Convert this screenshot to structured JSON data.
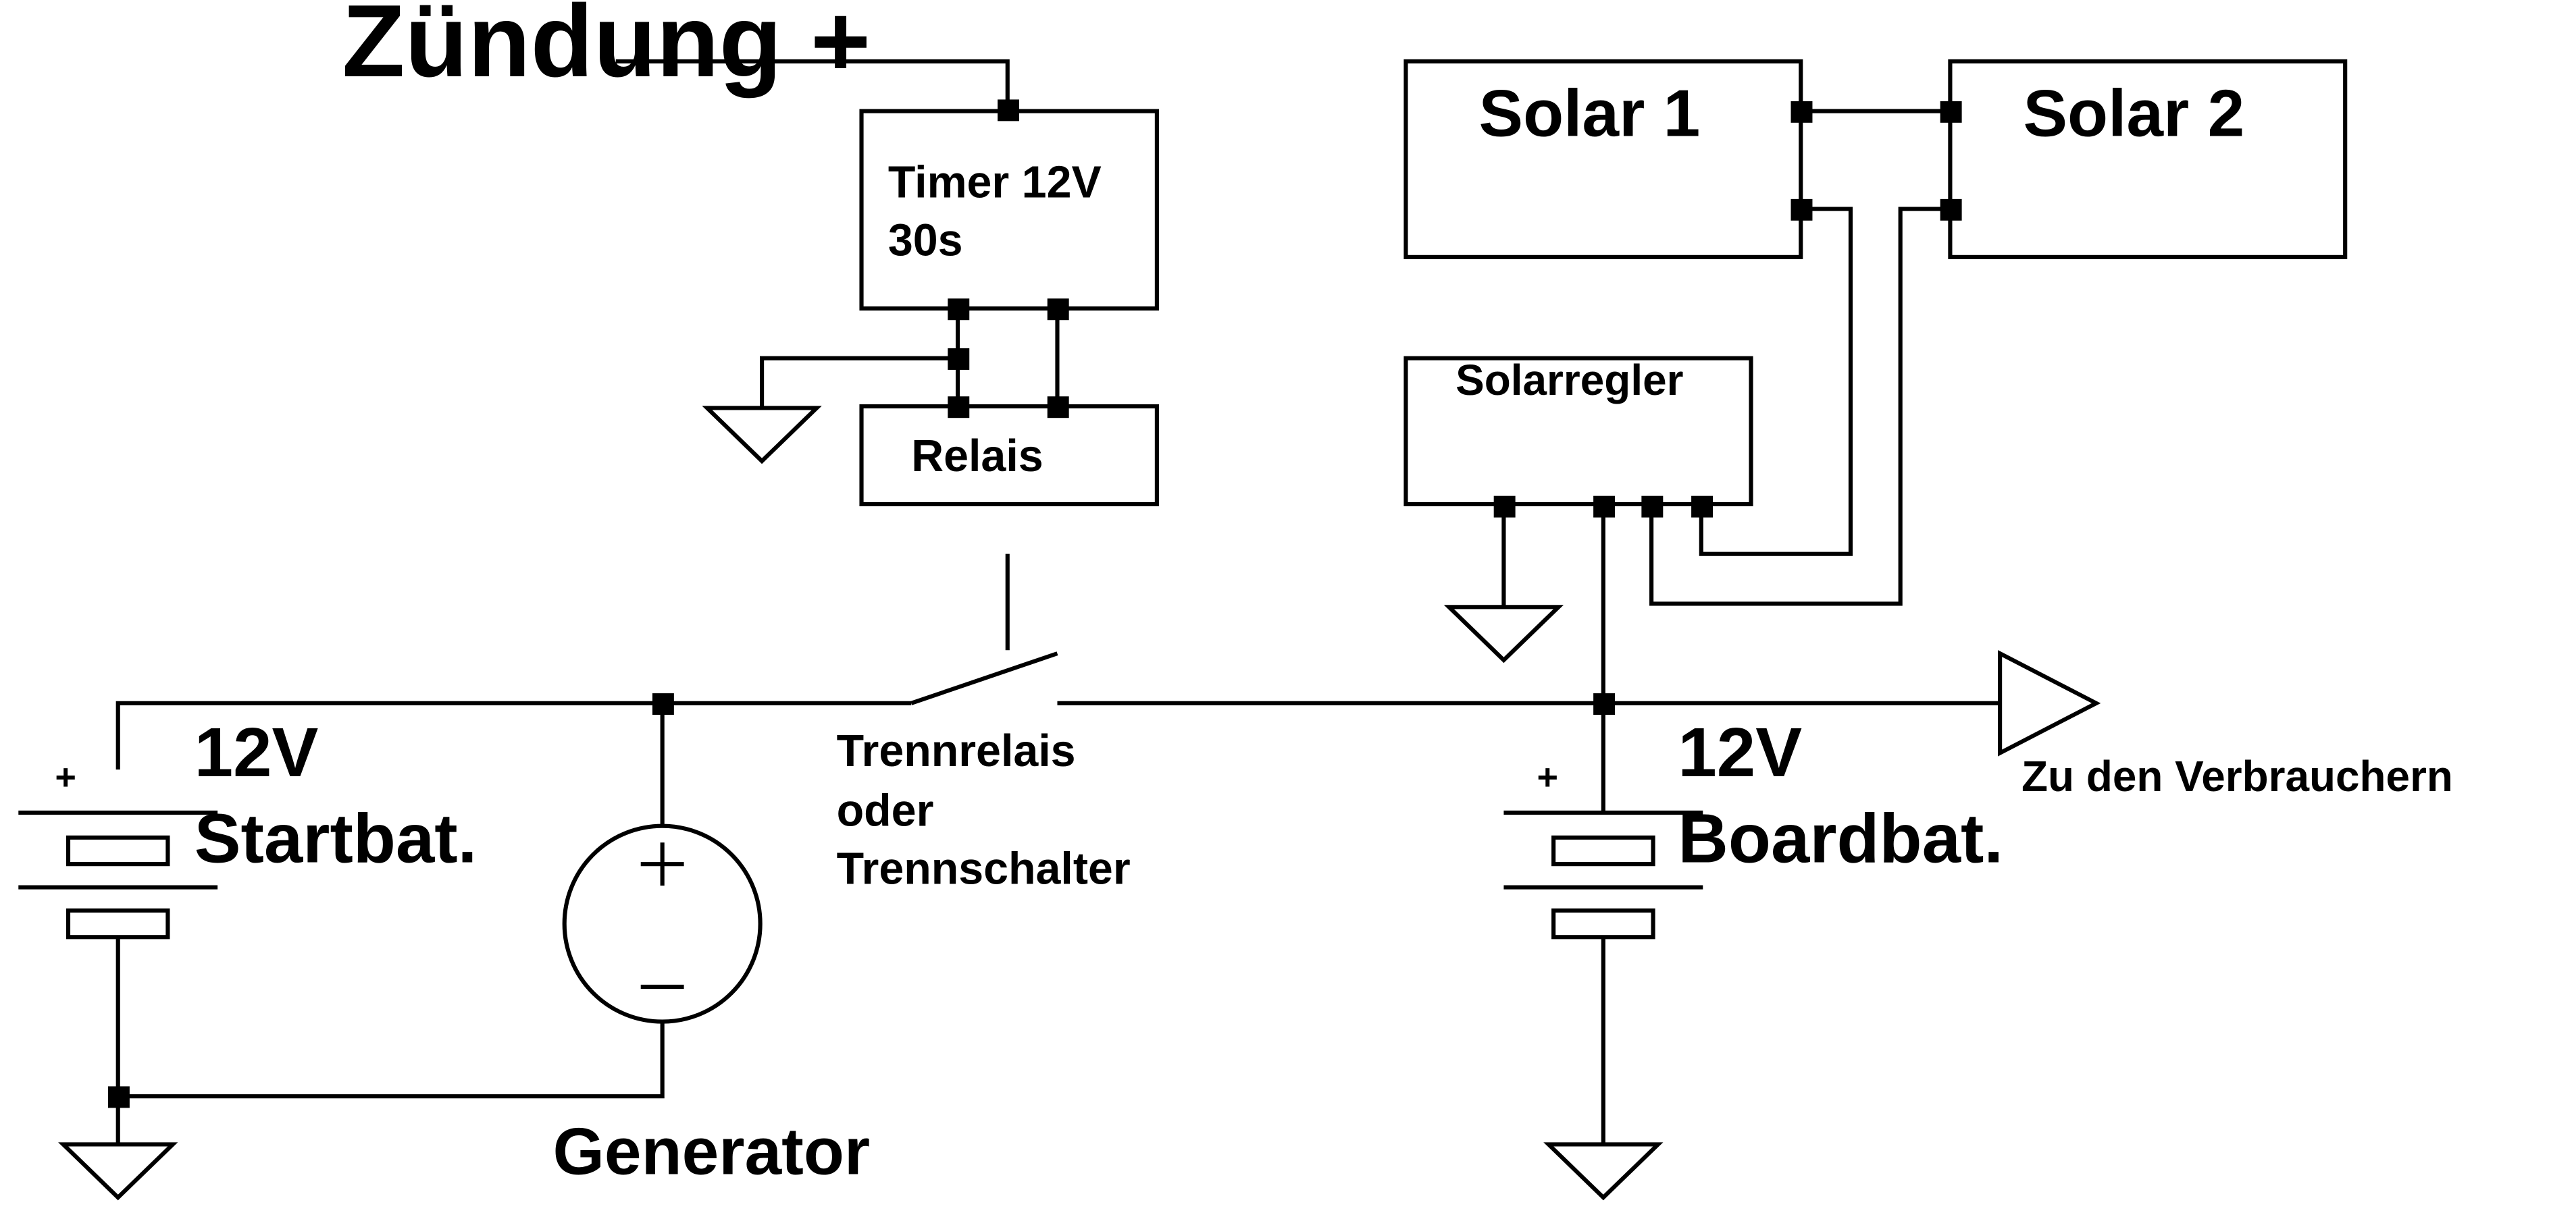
{
  "labels": {
    "ignition": "Zündung +",
    "timer_line1": "Timer 12V",
    "timer_line2": "30s",
    "relay": "Relais",
    "solar1": "Solar 1",
    "solar2": "Solar 2",
    "charge_controller": "Solarregler",
    "start_battery_voltage": "12V",
    "start_battery_name": "Startbat.",
    "board_battery_voltage": "12V",
    "board_battery_name": "Boardbat.",
    "isolator_line1": "Trennrelais",
    "isolator_line2": "oder",
    "isolator_line3": "Trennschalter",
    "loads": "Zu den Verbrauchern",
    "generator": "Generator",
    "start_battery_plus": "+",
    "board_battery_plus": "+"
  }
}
